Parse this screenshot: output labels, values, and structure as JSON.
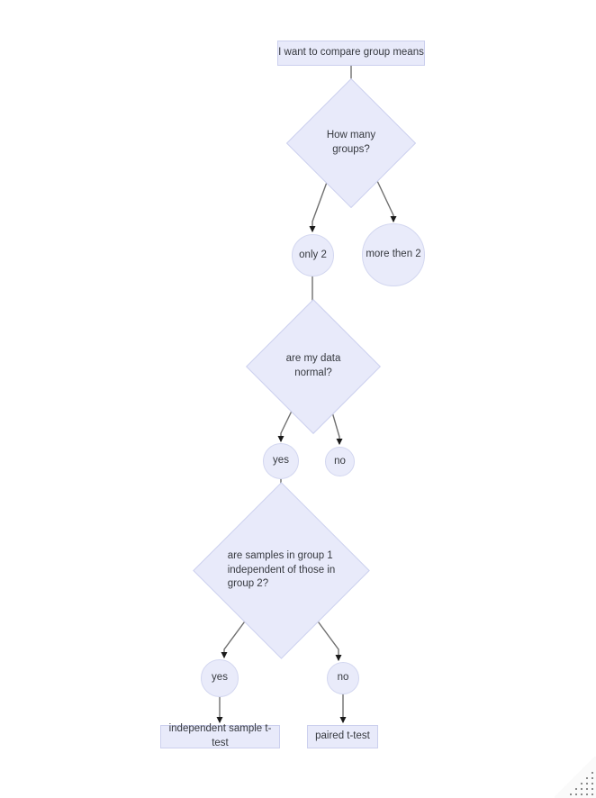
{
  "diagram": {
    "title": "statistical test decision flowchart",
    "background_color": "#ffffff",
    "node_fill_color": "#e8eafa",
    "node_border_color": "#ccd0ee",
    "edge_color": "#6f6f6f",
    "text_color": "#36393f",
    "nodes": [
      {
        "id": "start",
        "label": "I want to compare group means",
        "shape": "box"
      },
      {
        "id": "q_groups",
        "label": "How many groups?",
        "shape": "diamond"
      },
      {
        "id": "only2",
        "label": "only 2",
        "shape": "circle"
      },
      {
        "id": "more2",
        "label": "more then 2",
        "shape": "circle"
      },
      {
        "id": "q_normal",
        "label": "are my data normal?",
        "shape": "diamond"
      },
      {
        "id": "normal_yes",
        "label": "yes",
        "shape": "circle"
      },
      {
        "id": "normal_no",
        "label": "no",
        "shape": "circle"
      },
      {
        "id": "q_indep",
        "label": "are samples in group 1 independent of those in group 2?",
        "shape": "diamond"
      },
      {
        "id": "indep_yes",
        "label": "yes",
        "shape": "circle"
      },
      {
        "id": "indep_no",
        "label": "no",
        "shape": "circle"
      },
      {
        "id": "independent_t",
        "label": "independent sample t-test",
        "shape": "box"
      },
      {
        "id": "paired_t",
        "label": "paired t-test",
        "shape": "box"
      }
    ],
    "indep_question_lines": [
      "are samples in group 1",
      "independent of those in",
      "group 2?"
    ],
    "edges": [
      {
        "from": "start",
        "to": "q_groups"
      },
      {
        "from": "q_groups",
        "to": "only2"
      },
      {
        "from": "q_groups",
        "to": "more2"
      },
      {
        "from": "only2",
        "to": "q_normal"
      },
      {
        "from": "q_normal",
        "to": "normal_yes"
      },
      {
        "from": "q_normal",
        "to": "normal_no"
      },
      {
        "from": "normal_yes",
        "to": "q_indep"
      },
      {
        "from": "q_indep",
        "to": "indep_yes"
      },
      {
        "from": "q_indep",
        "to": "indep_no"
      },
      {
        "from": "indep_yes",
        "to": "independent_t"
      },
      {
        "from": "indep_no",
        "to": "paired_t"
      }
    ]
  }
}
